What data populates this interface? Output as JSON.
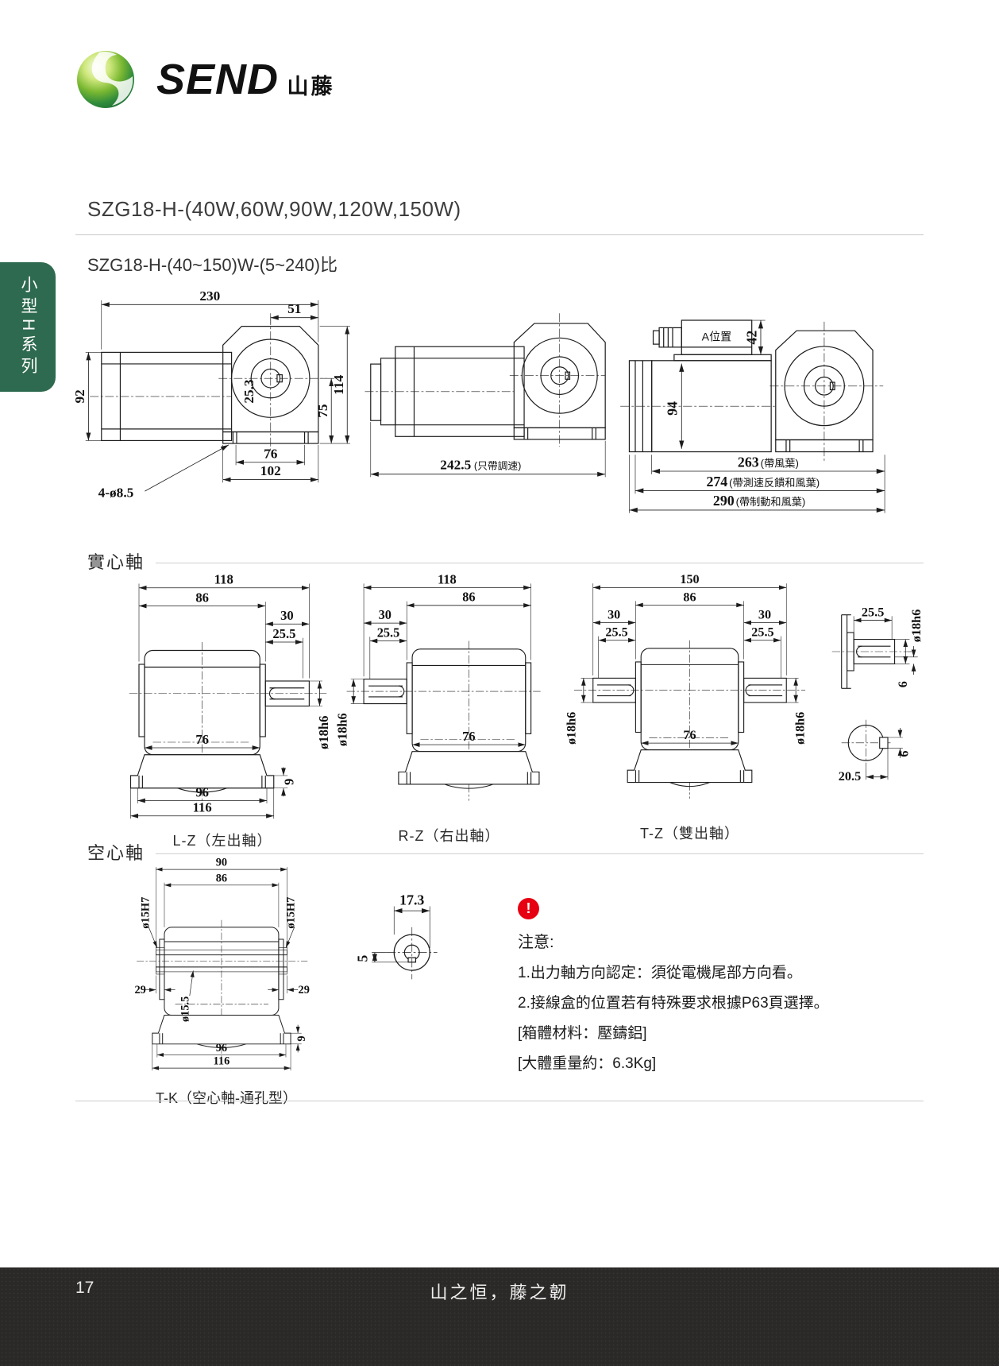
{
  "logo": {
    "wordmark": "SEND",
    "cn": "山藤"
  },
  "sidebar": {
    "series_label": "小型H系列"
  },
  "header": {
    "title": "SZG18-H-(40W,60W,90W,120W,150W)",
    "subtitle": "SZG18-H-(40~150)W-(5~240)比"
  },
  "sections": {
    "solid": "實心軸",
    "hollow": "空心軸"
  },
  "front_view": {
    "total_width": "230",
    "head_width": "51",
    "body_height": "92",
    "axis_offset": "25.3",
    "head_height": "114",
    "center_height": "75",
    "foot_span": "76",
    "base_width": "102",
    "mount_holes": "4-ø8.5"
  },
  "side_view": {
    "length": "242.5",
    "length_note": "(只帶調速)"
  },
  "rear_view": {
    "box_label": "A位置",
    "box_height": "42",
    "body_dia": "94",
    "len_fan": "263",
    "len_fan_note": "(帶風葉)",
    "len_tacho": "274",
    "len_tacho_note": "(帶測速反饋和風葉)",
    "len_brake": "290",
    "len_brake_note": "(帶制動和風葉)"
  },
  "solid_shaft": {
    "lz_label": "L-Z（左出軸）",
    "rz_label": "R-Z（右出軸）",
    "tz_label": "T-Z（雙出軸）",
    "dims": {
      "total": "118",
      "body": "86",
      "shaft_len": "30",
      "key_len": "25.5",
      "face": "76",
      "foot": "96",
      "base": "116",
      "foot_h": "9",
      "shaft_dia": "ø18h6",
      "tz_total": "150",
      "key_off": "20.5",
      "key_w": "6"
    }
  },
  "hollow_shaft": {
    "tk_label": "T-K（空心軸-通孔型）",
    "dims": {
      "boss": "90",
      "body": "86",
      "bore": "ø15H7",
      "boss_len": "29",
      "bore_dia": "ø15.5",
      "foot_h": "9",
      "foot": "96",
      "base": "116",
      "key_top": "17.3",
      "key_depth": "5"
    }
  },
  "notes": {
    "alert_glyph": "!",
    "title": "注意:",
    "line1": "1.出力軸方向認定：須從電機尾部方向看。",
    "line2": "2.接線盒的位置若有特殊要求根據P63頁選擇。",
    "material": "[箱體材料：壓鑄鋁]",
    "weight": "[大體重量約：6.3Kg]"
  },
  "footer": {
    "page_number": "17",
    "slogan": "山之恒，藤之韌"
  },
  "colors": {
    "accent_green": "#2e6a4f",
    "alert_red": "#e60012",
    "footer_bg": "#2b2927"
  }
}
